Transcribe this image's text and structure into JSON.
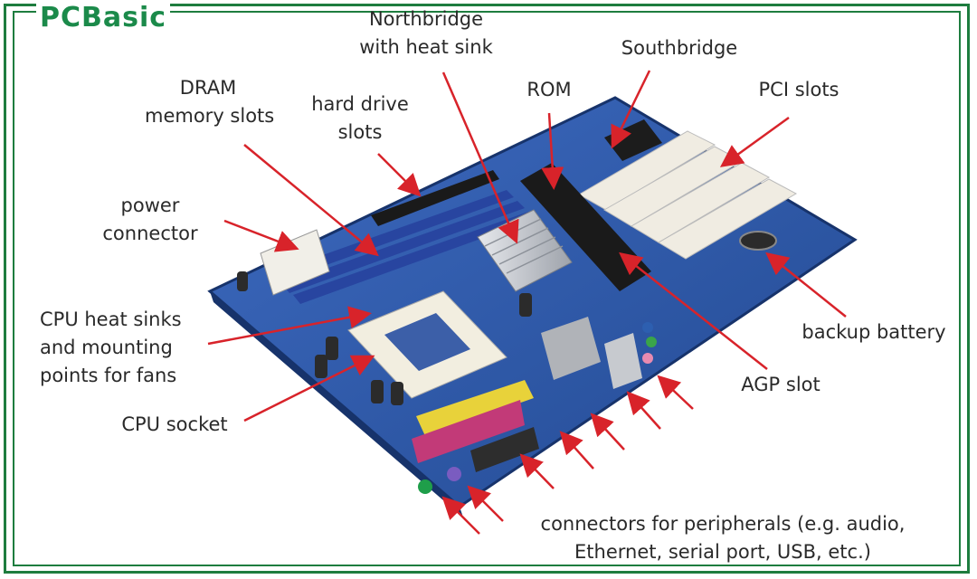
{
  "logo": {
    "text": "PCBasic",
    "color": "#1b8a4a"
  },
  "labels": {
    "northbridge": "Northbridge\nwith heat sink",
    "southbridge": "Southbridge",
    "dram": "DRAM\nmemory slots",
    "hard_drive": "hard drive\nslots",
    "rom": "ROM",
    "pci": "PCI slots",
    "power": "power\nconnector",
    "cpu_heatsinks": "CPU heat sinks\nand mounting\npoints for fans",
    "backup_battery": "backup battery",
    "agp": "AGP slot",
    "cpu_socket": "CPU socket",
    "peripherals": "connectors for peripherals (e.g. audio,\nEthernet, serial port, USB, etc.)"
  },
  "colors": {
    "arrow": "#d8232a",
    "board": "#2f5aa8",
    "board_dark": "#1f3f80",
    "frame": "#1e7d3f",
    "dram_slot": "#2845a0",
    "pci_slot": "#f0ece2",
    "agp_slot": "#1a1a1a",
    "heatsink": "#c9ccd2",
    "socket": "#f2eee0"
  }
}
